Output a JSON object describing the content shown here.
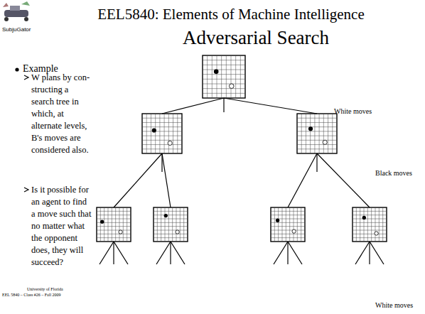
{
  "diagram": {
    "title": "EEL5840: Elements of Machine Intelligence",
    "labels": [
      "SubjuGator",
      "Adversarial Search",
      "Example",
      "W plans by con-structing a search tree in which, at alternate levels, B's moves are considered also.",
      "Is it possible for an agent to find a move such that no matter what the opponent does, they will succeed?",
      "White moves",
      "Black moves",
      "White moves",
      "University of Florida",
      "EEL 5840 – Class #26 – Fall 2009"
    ]
  }
}
